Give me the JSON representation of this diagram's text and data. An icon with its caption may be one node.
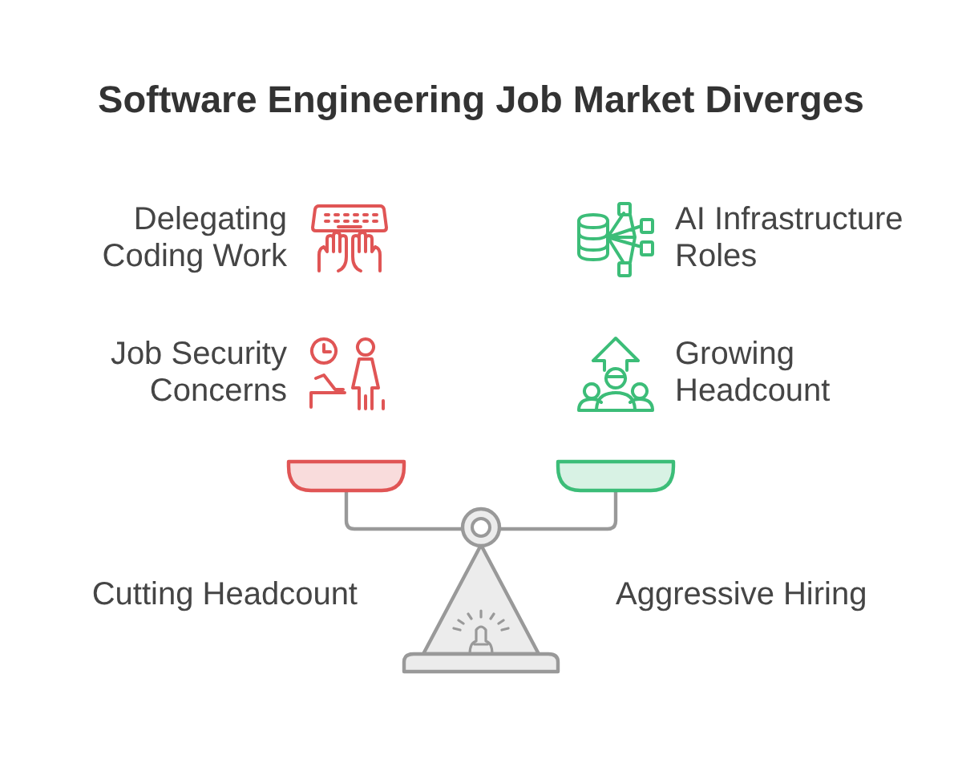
{
  "diagram": {
    "title": "Software Engineering Job Market Diverges",
    "labels": [
      "Delegating Coding Work",
      "AI Infrastructure Roles",
      "Job Security Concerns",
      "Growing Headcount",
      "Cutting Headcount",
      "Aggressive Hiring"
    ]
  }
}
